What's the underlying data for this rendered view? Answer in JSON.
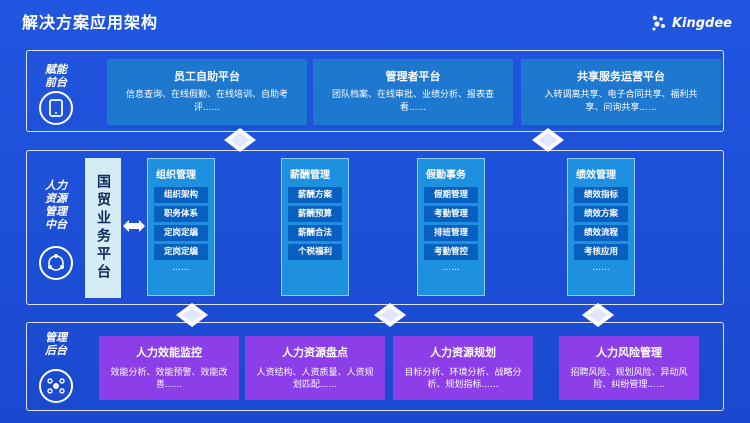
{
  "title": "解决方案应用架构",
  "logo": {
    "text": "Kingdee",
    "icon": "kingdee-dots-icon"
  },
  "layers": {
    "front": {
      "label": "赋能\n前台",
      "icon": "tablet-icon",
      "cards": [
        {
          "title": "员工自助平台",
          "desc": "信息查询、在线假勤、在线培训、自助考评......"
        },
        {
          "title": "管理者平台",
          "desc": "团队档案、在线审批、业绩分析、报表查看......"
        },
        {
          "title": "共享服务运营平台",
          "desc": "入转调离共享、电子合同共享、福利共享、问询共享......"
        }
      ]
    },
    "middle": {
      "label": "人力\n资源\n管理\n中台",
      "icon": "network-icon",
      "platform": "国贸业务平台",
      "columns": [
        {
          "title": "组织管理",
          "items": [
            "组织架构",
            "职务体系",
            "定岗定编",
            "定岗定编"
          ],
          "more": "......"
        },
        {
          "title": "薪酬管理",
          "items": [
            "薪酬方案",
            "薪酬预算",
            "薪酬合法",
            "个税福利"
          ],
          "more": ""
        },
        {
          "title": "假勤事务",
          "items": [
            "假期管理",
            "考勤管理",
            "排班管理",
            "考勤管控"
          ],
          "more": "......"
        },
        {
          "title": "绩效管理",
          "items": [
            "绩效指标",
            "绩效方案",
            "绩效流程",
            "考核应用"
          ],
          "more": "......"
        }
      ]
    },
    "back": {
      "label": "管理\n后台",
      "icon": "hub-icon",
      "cards": [
        {
          "title": "人力效能监控",
          "desc": "效能分析、效能预警、效能改善......"
        },
        {
          "title": "人力资源盘点",
          "desc": "人资结构、人资质量、人资规划匹配......"
        },
        {
          "title": "人力资源规划",
          "desc": "目标分析、环境分析、战略分析、规划指标......"
        },
        {
          "title": "人力风险管理",
          "desc": "招聘风险、规划风险、异动风险、纠纷管理......"
        }
      ]
    }
  },
  "colors": {
    "background": "#1d4fd8",
    "front_card": "#1e78cf",
    "middle_col": "#1e90e0",
    "middle_item": "#075fc0",
    "back_card": "#8c3ee8",
    "platform": "#d6ecf5"
  }
}
